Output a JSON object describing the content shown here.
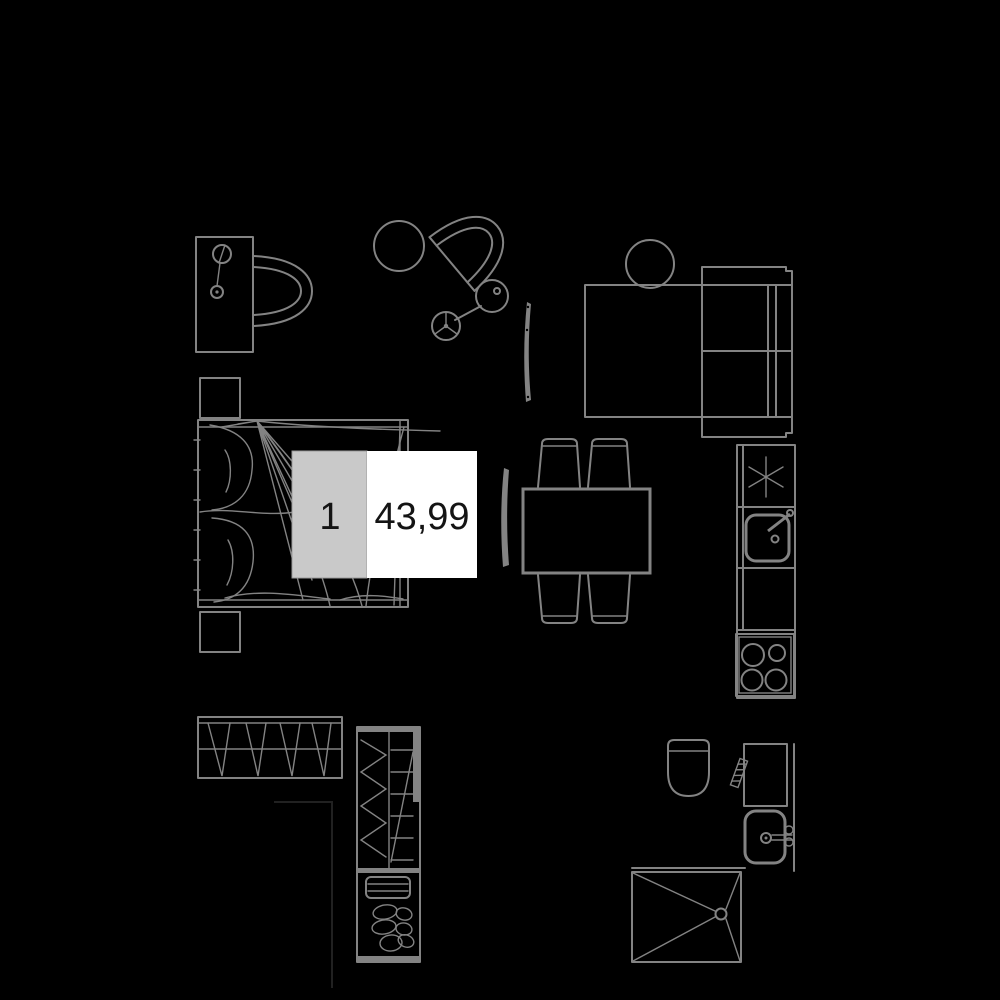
{
  "floor_plan": {
    "unit": {
      "number": "1",
      "area_sqm": "43,99"
    },
    "colors": {
      "background": "#000000",
      "furniture_line": "#838383",
      "label_number_bg": "#c9c9c9",
      "label_area_bg": "#ffffff",
      "label_text": "#141414",
      "wall_faint": "#212121"
    },
    "items": {
      "bedroom": [
        "desk",
        "desk-lamp",
        "desk-chair",
        "double-bed",
        "nightstand",
        "tv"
      ],
      "living": [
        "round-table",
        "lounge-chair",
        "floor-lamp",
        "corner-sofa",
        "pouf"
      ],
      "dining": [
        "dining-table",
        "dining-chair",
        "tv"
      ],
      "kitchen": [
        "counter",
        "appliance-star",
        "sink",
        "hob"
      ],
      "hallway": [
        "wardrobe",
        "shelving-unit",
        "drawer",
        "shoes"
      ],
      "bathroom": [
        "toilet",
        "door-leaf",
        "washing-machine",
        "washbasin",
        "shower"
      ]
    }
  }
}
